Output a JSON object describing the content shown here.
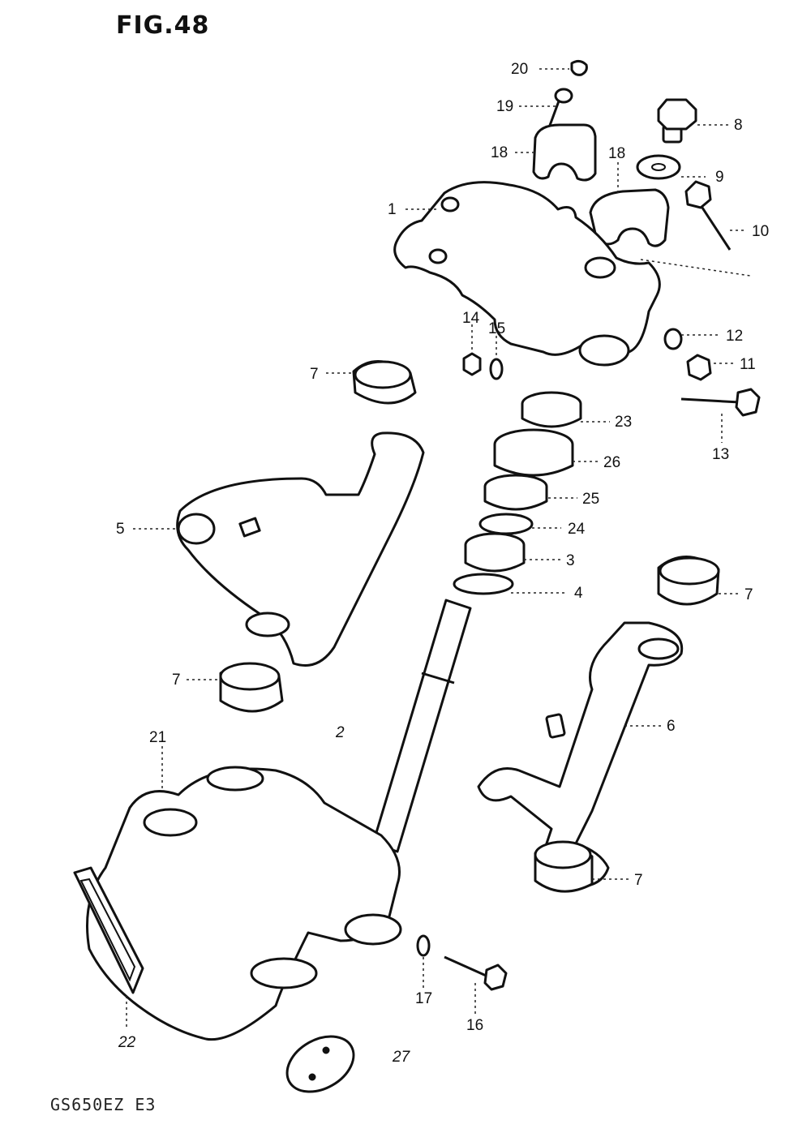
{
  "figure": {
    "title": "FIG.48",
    "model_code": "GS650EZ E3"
  },
  "callouts": [
    {
      "id": "c20",
      "label": "20"
    },
    {
      "id": "c19",
      "label": "19"
    },
    {
      "id": "c8",
      "label": "8"
    },
    {
      "id": "c18a",
      "label": "18"
    },
    {
      "id": "c18b",
      "label": "18"
    },
    {
      "id": "c9",
      "label": "9"
    },
    {
      "id": "c1",
      "label": "1"
    },
    {
      "id": "c10",
      "label": "10"
    },
    {
      "id": "c12",
      "label": "12"
    },
    {
      "id": "c14",
      "label": "14"
    },
    {
      "id": "c15",
      "label": "15"
    },
    {
      "id": "c11",
      "label": "11"
    },
    {
      "id": "c7a",
      "label": "7"
    },
    {
      "id": "c23",
      "label": "23"
    },
    {
      "id": "c13",
      "label": "13"
    },
    {
      "id": "c26",
      "label": "26"
    },
    {
      "id": "c25",
      "label": "25"
    },
    {
      "id": "c5",
      "label": "5"
    },
    {
      "id": "c24",
      "label": "24"
    },
    {
      "id": "c3",
      "label": "3"
    },
    {
      "id": "c4",
      "label": "4"
    },
    {
      "id": "c7b",
      "label": "7"
    },
    {
      "id": "c7c",
      "label": "7"
    },
    {
      "id": "c6",
      "label": "6"
    },
    {
      "id": "c21",
      "label": "21"
    },
    {
      "id": "c2",
      "label": "2"
    },
    {
      "id": "c7d",
      "label": "7"
    },
    {
      "id": "c17",
      "label": "17"
    },
    {
      "id": "c16",
      "label": "16"
    },
    {
      "id": "c22",
      "label": "22"
    },
    {
      "id": "c27",
      "label": "27"
    }
  ]
}
